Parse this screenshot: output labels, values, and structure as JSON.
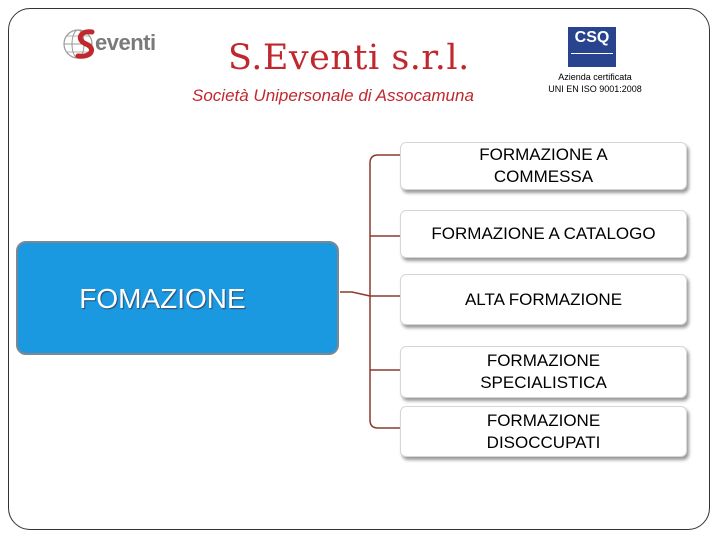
{
  "header": {
    "logo_text": "eventi",
    "company_name": "S.Eventi s.r.l.",
    "subtitle": "Società Unipersonale di Assocamuna",
    "cert_logo": "CSQ",
    "cert_line1": "Azienda certificata",
    "cert_line2": "UNI EN ISO 9001:2008"
  },
  "diagram": {
    "root_label": "FOMAZIONE",
    "branches": [
      "FORMAZIONE A\nCOMMESSA",
      "FORMAZIONE A CATALOGO",
      "ALTA FORMAZIONE",
      "FORMAZIONE\nSPECIALISTICA",
      "FORMAZIONE\nDISOCCUPATI"
    ]
  },
  "colors": {
    "title_red": "#c0282d",
    "root_blue": "#1b99e0",
    "connector_brown": "#8b3a2b",
    "cert_blue": "#28448f"
  }
}
